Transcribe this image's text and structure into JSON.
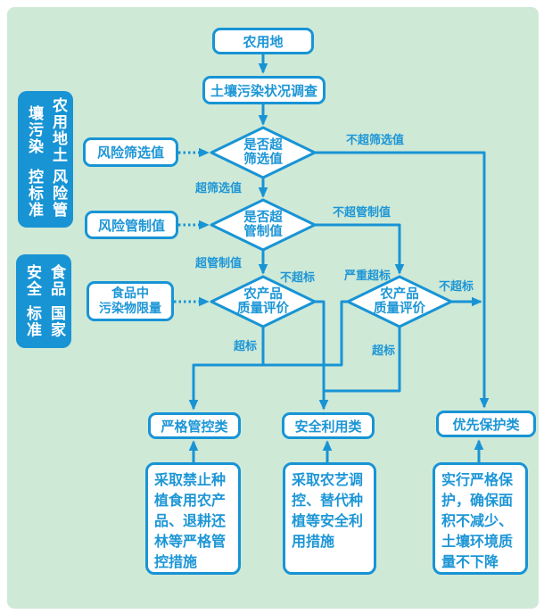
{
  "palette": {
    "blue": "#1894d5",
    "text_blue": "#1d96d6",
    "background_green": "#cfe9d7",
    "node_fill": "#ffffff"
  },
  "standards": [
    {
      "id": "agri-soil-pollution-standard",
      "columns": [
        "农用地土壤污染",
        "风险管控标准"
      ]
    },
    {
      "id": "food-safety-national-standard",
      "columns": [
        "食品安全",
        "国家标准"
      ]
    }
  ],
  "nodes": {
    "start": "农用地",
    "survey": "土壤污染状况调查",
    "screening_input": "风险筛选值",
    "control_input": "风险管制值",
    "food_limit_input": {
      "lines": [
        "食品中",
        "污染物限量"
      ]
    },
    "d1": {
      "lines": [
        "是否超",
        "筛选值"
      ]
    },
    "d2": {
      "lines": [
        "是否超",
        "管制值"
      ]
    },
    "d3": {
      "lines": [
        "农产品",
        "质量评价"
      ]
    },
    "d4": {
      "lines": [
        "农产品",
        "质量评价"
      ]
    },
    "cat_strict": "严格管控类",
    "cat_safe": "安全利用类",
    "cat_priority": "优先保护类",
    "desc_strict": "采取禁止种植食用农产品、退耕还林等严格管控措施",
    "desc_safe": "采取农艺调控、替代种植等安全利用措施",
    "desc_priority": "实行严格保护，确保面积不减少、土壤环境质量不下降"
  },
  "edge_labels": {
    "no_exceed_screening": "不超筛选值",
    "exceed_screening": "超筛选值",
    "no_exceed_control": "不超管制值",
    "exceed_control": "超管制值",
    "d3_no_exceed": "不超标",
    "d3_exceed": "超标",
    "d4_severe": "严重超标",
    "d4_no_exceed": "不超标",
    "d4_exceed": "超标"
  }
}
